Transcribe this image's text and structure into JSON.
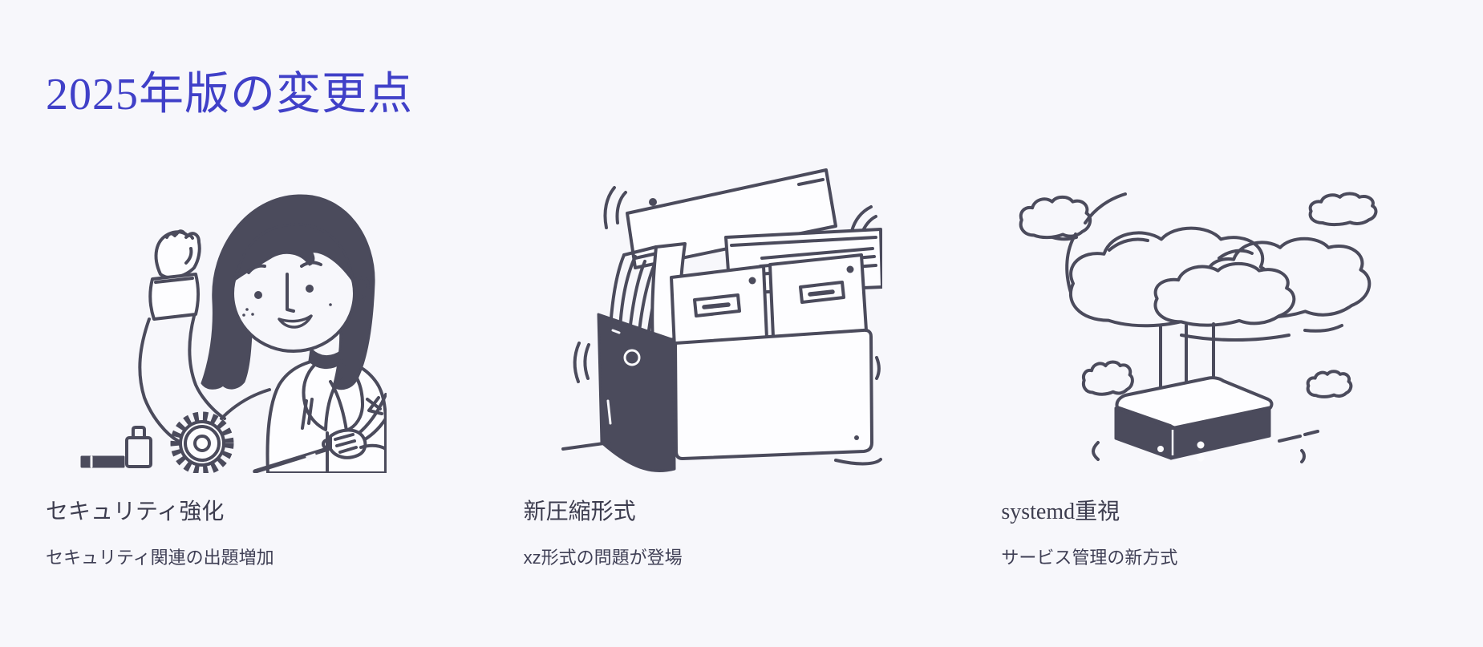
{
  "section": {
    "heading": "2025年版の変更点"
  },
  "features": [
    {
      "title": "セキュリティ強化",
      "description": "セキュリティ関連の出題増加",
      "illustration": "girl-fist-pump-with-gear"
    },
    {
      "title": "新圧縮形式",
      "description": "xz形式の問題が登場",
      "illustration": "box-overflowing-with-files"
    },
    {
      "title": "systemd重視",
      "description": "サービス管理の新方式",
      "illustration": "clouds-connected-to-server"
    }
  ],
  "colors": {
    "background": "#f7f7fb",
    "heading_text": "#4040c8",
    "title_text": "#3d3d4f",
    "description_text": "#3f3f55",
    "illustration_ink": "#4b4b5c"
  }
}
